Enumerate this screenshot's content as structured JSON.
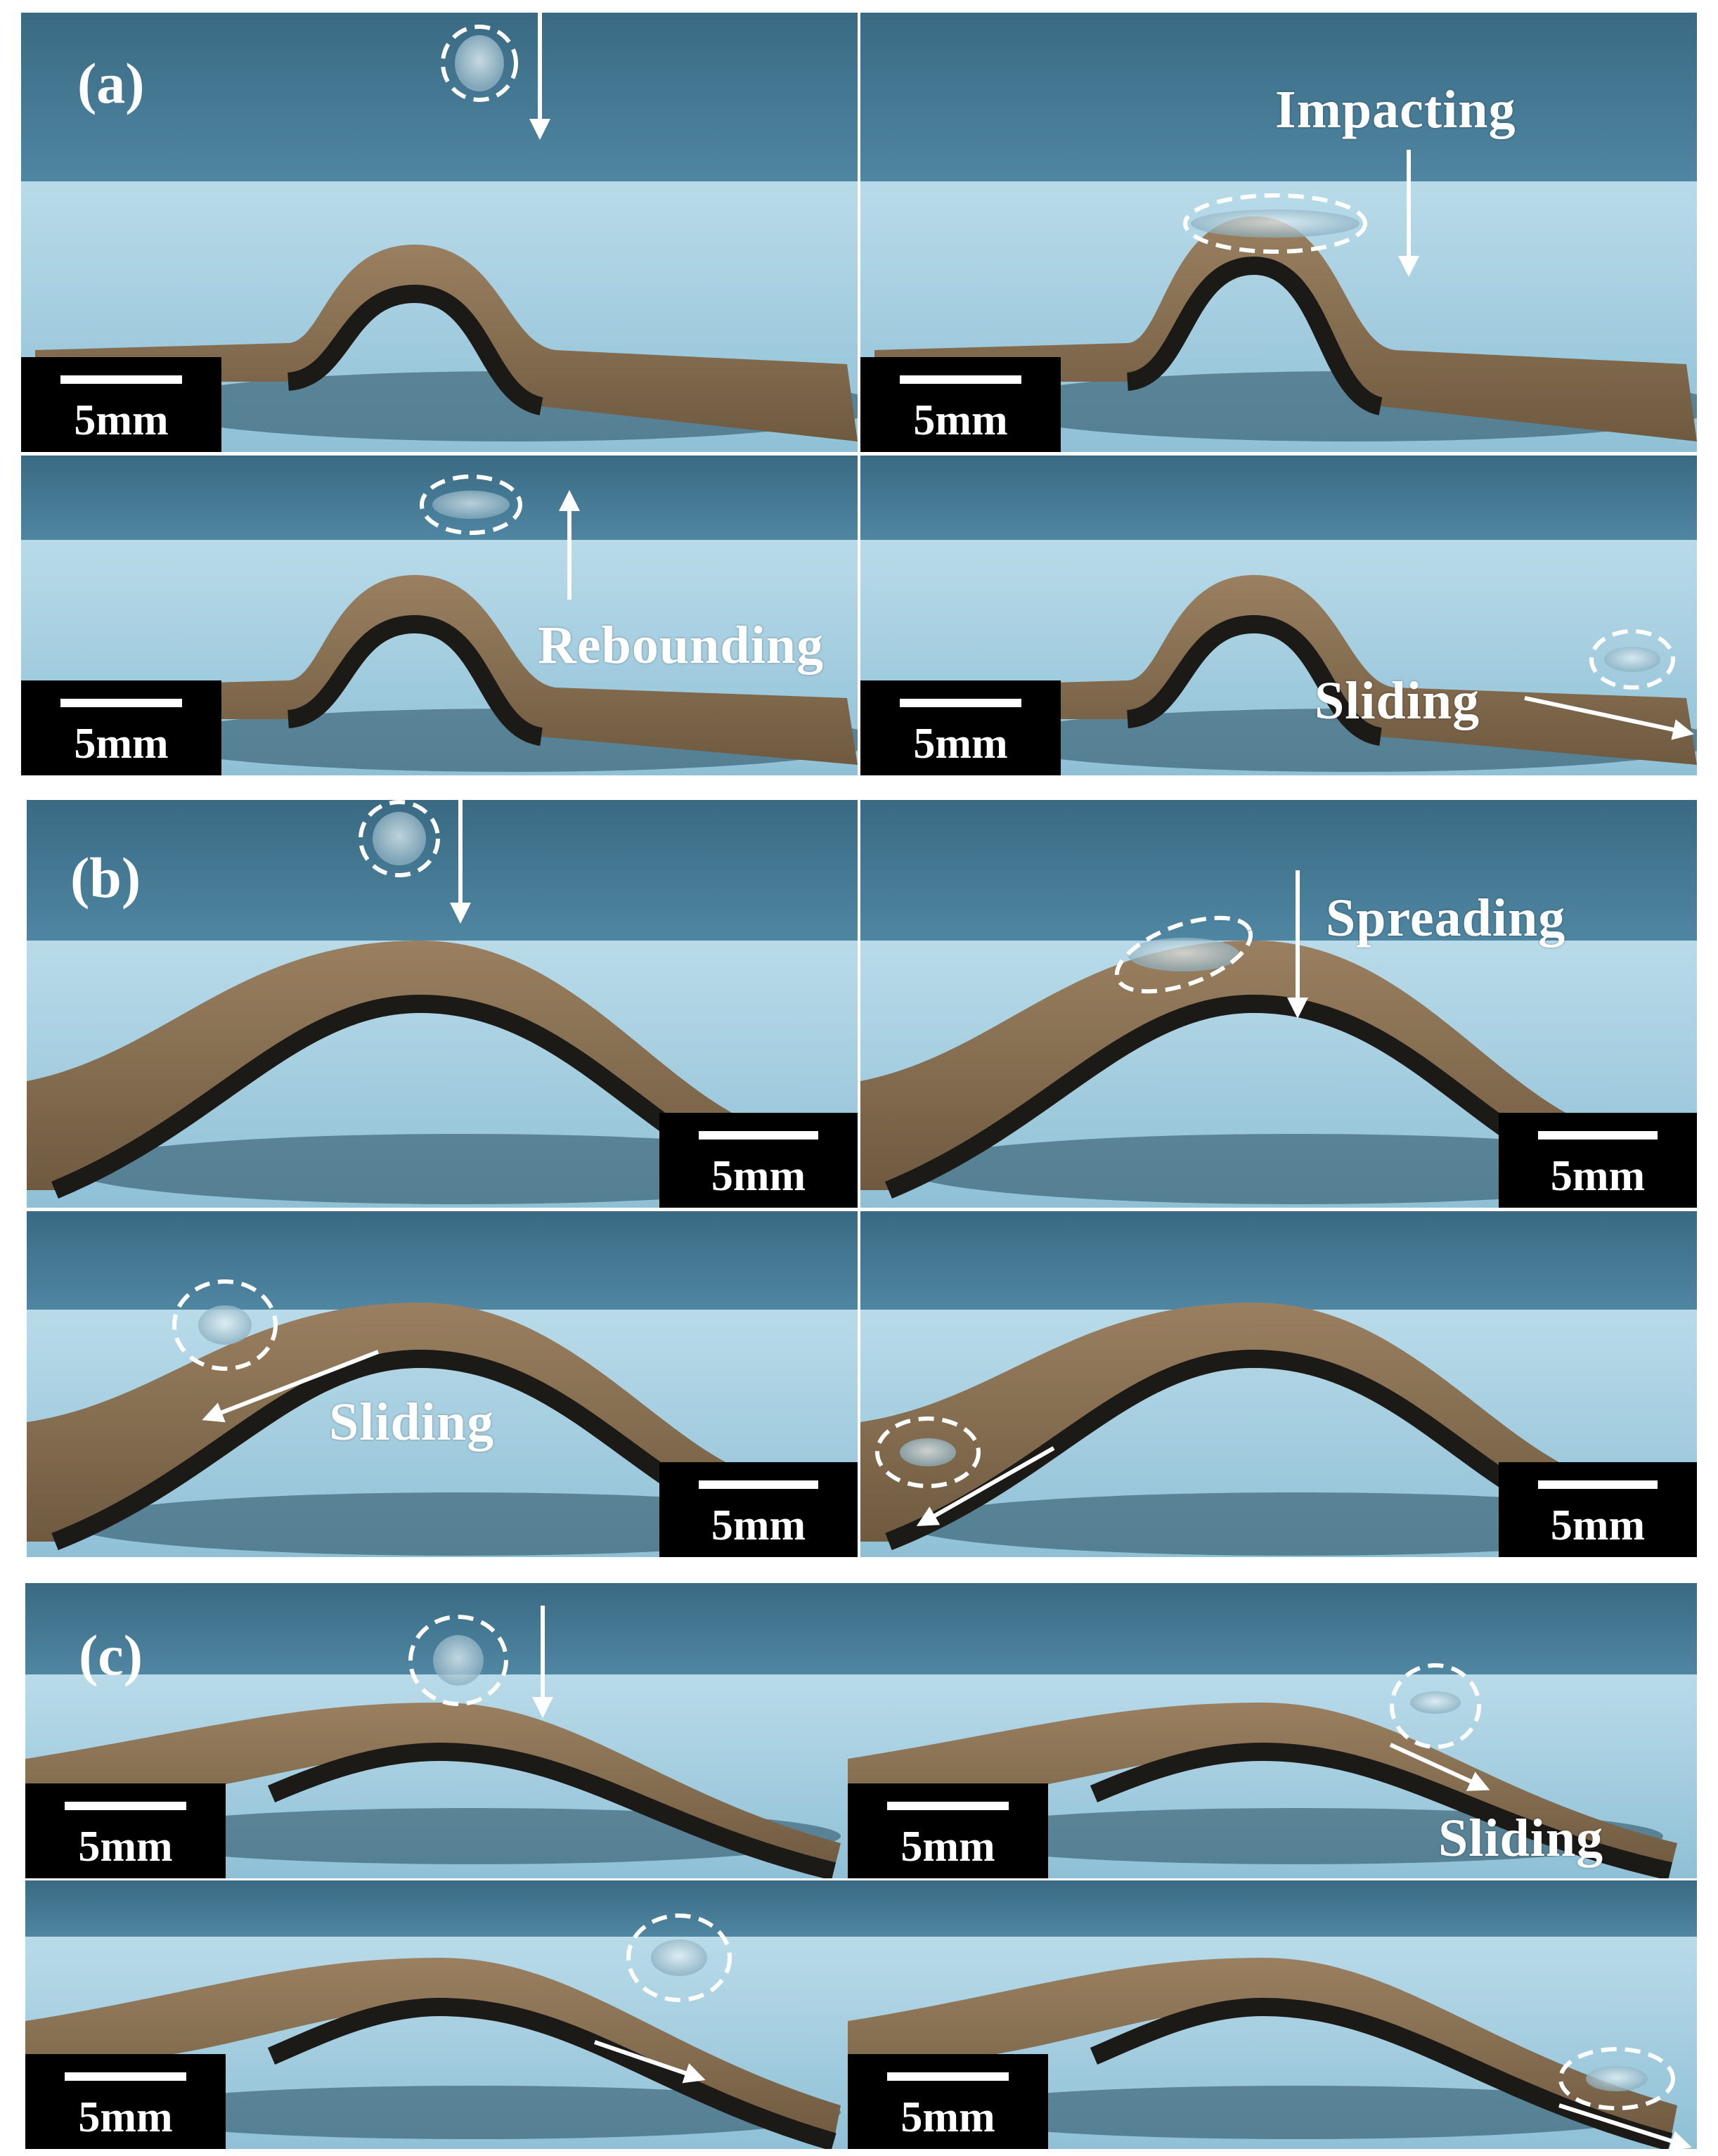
{
  "figure": {
    "panels": [
      {
        "letter": "(a)",
        "frame_labels": [
          "",
          "Impacting",
          "Rebounding",
          "Sliding"
        ]
      },
      {
        "letter": "(b)",
        "frame_labels": [
          "",
          "Spreading",
          "Sliding",
          ""
        ]
      },
      {
        "letter": "(c)",
        "frame_labels": [
          "",
          "Sliding",
          "",
          ""
        ]
      }
    ],
    "scale_bar": "5mm"
  },
  "colors": {
    "background_wall": "#3f7089",
    "towel": "#a9cfe0",
    "wood_strip": "#8c7354",
    "strip_edge": "#1c1a17",
    "annotation": "#ffffff"
  }
}
